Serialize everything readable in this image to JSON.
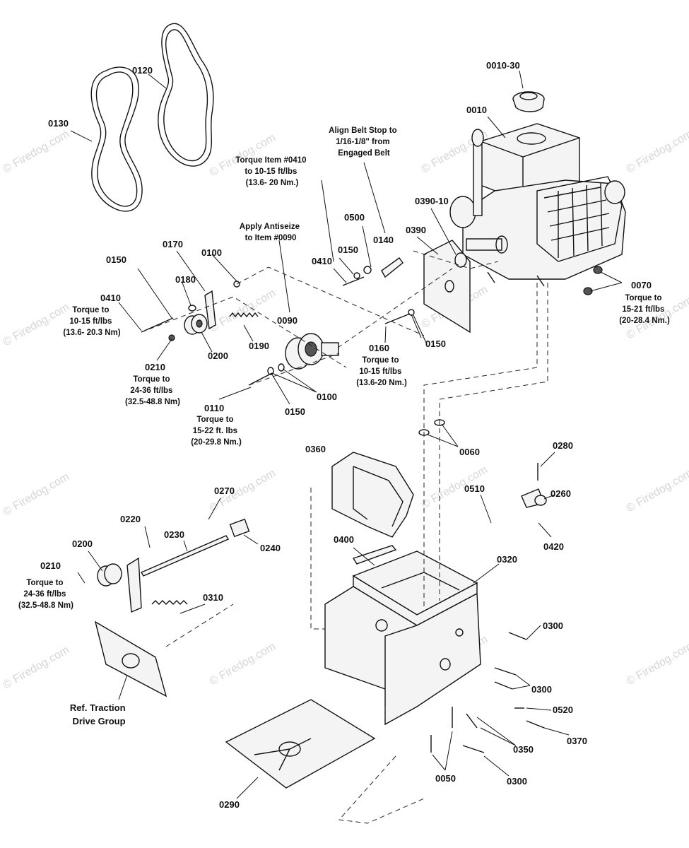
{
  "watermark": "© Firedog.com",
  "callouts": {
    "c0010_30": "0010-30",
    "c0010": "0010",
    "c0120": "0120",
    "c0130": "0130",
    "c0500": "0500",
    "c0150_a": "0150",
    "c0140": "0140",
    "c0410_a": "0410",
    "c0390_10": "0390-10",
    "c0390": "0390",
    "c0070": "0070",
    "c0150_b": "0150",
    "c0170": "0170",
    "c0100_a": "0100",
    "c0180": "0180",
    "c0410_b": "0410",
    "c0200_a": "0200",
    "c0190": "0190",
    "c0090": "0090",
    "c0210_a": "0210",
    "c0160": "0160",
    "c0150_c": "0150",
    "c0100_b": "0100",
    "c0150_d": "0150",
    "c0110": "0110",
    "c0060": "0060",
    "c0360": "0360",
    "c0280": "0280",
    "c0270": "0270",
    "c0510": "0510",
    "c0260": "0260",
    "c0220": "0220",
    "c0230": "0230",
    "c0240": "0240",
    "c0420": "0420",
    "c0400": "0400",
    "c0320": "0320",
    "c0200_b": "0200",
    "c0210_b": "0210",
    "c0310": "0310",
    "c0300_a": "0300",
    "c0300_b": "0300",
    "c0520": "0520",
    "c0370": "0370",
    "c0350": "0350",
    "c0050": "0050",
    "c0300_c": "0300",
    "c0290": "0290"
  },
  "notes": {
    "align_belt_stop": [
      "Align Belt Stop to",
      "1/16-1/8\" from",
      "Engaged Belt"
    ],
    "torque_item_0410": [
      "Torque Item #0410",
      "to 10-15 ft/lbs",
      "(13.6- 20 Nm.)"
    ],
    "apply_antiseize": [
      "Apply Antiseize",
      "to Item #0090"
    ],
    "torque_0070": [
      "Torque to",
      "15-21 ft/lbs",
      "(20-28.4 Nm.)"
    ],
    "torque_0410_left": [
      "Torque to",
      "10-15 ft/lbs",
      "(13.6- 20.3 Nm)"
    ],
    "torque_0210_top": [
      "Torque to",
      "24-36 ft/lbs",
      "(32.5-48.8 Nm)"
    ],
    "torque_0160": [
      "Torque to",
      "10-15 ft/lbs",
      "(13.6-20 Nm.)"
    ],
    "torque_0110": [
      "Torque to",
      "15-22 ft. lbs",
      "(20-29.8 Nm.)"
    ],
    "torque_0210_bottom": [
      "Torque to",
      "24-36 ft/lbs",
      "(32.5-48.8 Nm)"
    ],
    "ref_traction": [
      "Ref. Traction",
      "Drive Group"
    ]
  }
}
